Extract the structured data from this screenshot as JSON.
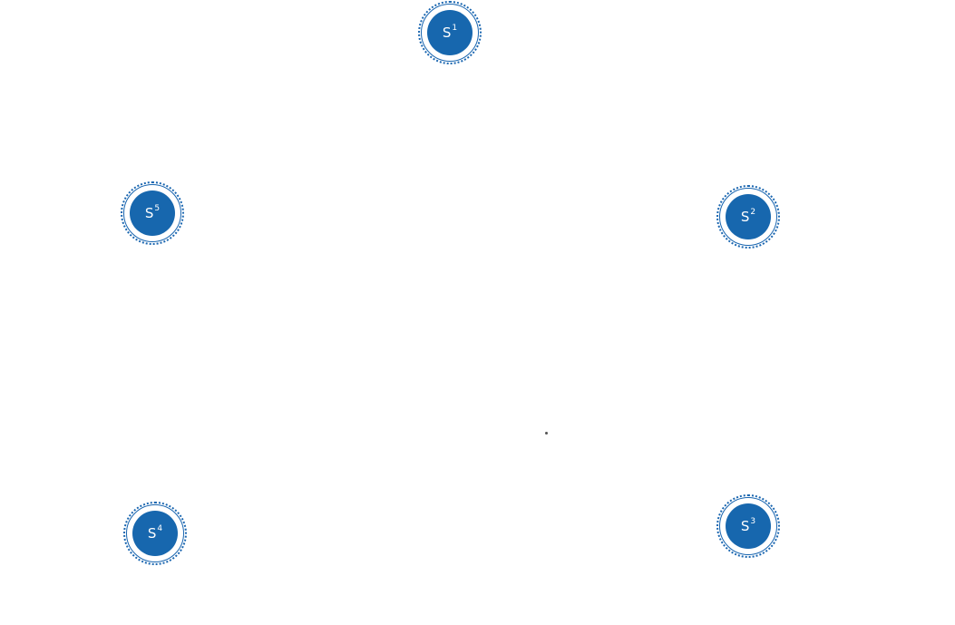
{
  "diagram": {
    "nodes": [
      {
        "id": "s1",
        "label": "S",
        "index": "1"
      },
      {
        "id": "s2",
        "label": "S",
        "index": "2"
      },
      {
        "id": "s3",
        "label": "S",
        "index": "3"
      },
      {
        "id": "s4",
        "label": "S",
        "index": "4"
      },
      {
        "id": "s5",
        "label": "S",
        "index": "5"
      }
    ],
    "colors": {
      "node_fill": "#1767ae",
      "node_ring": "#1a66b0",
      "node_text": "#ffffff",
      "background": "#ffffff",
      "dot": "#555555"
    }
  }
}
